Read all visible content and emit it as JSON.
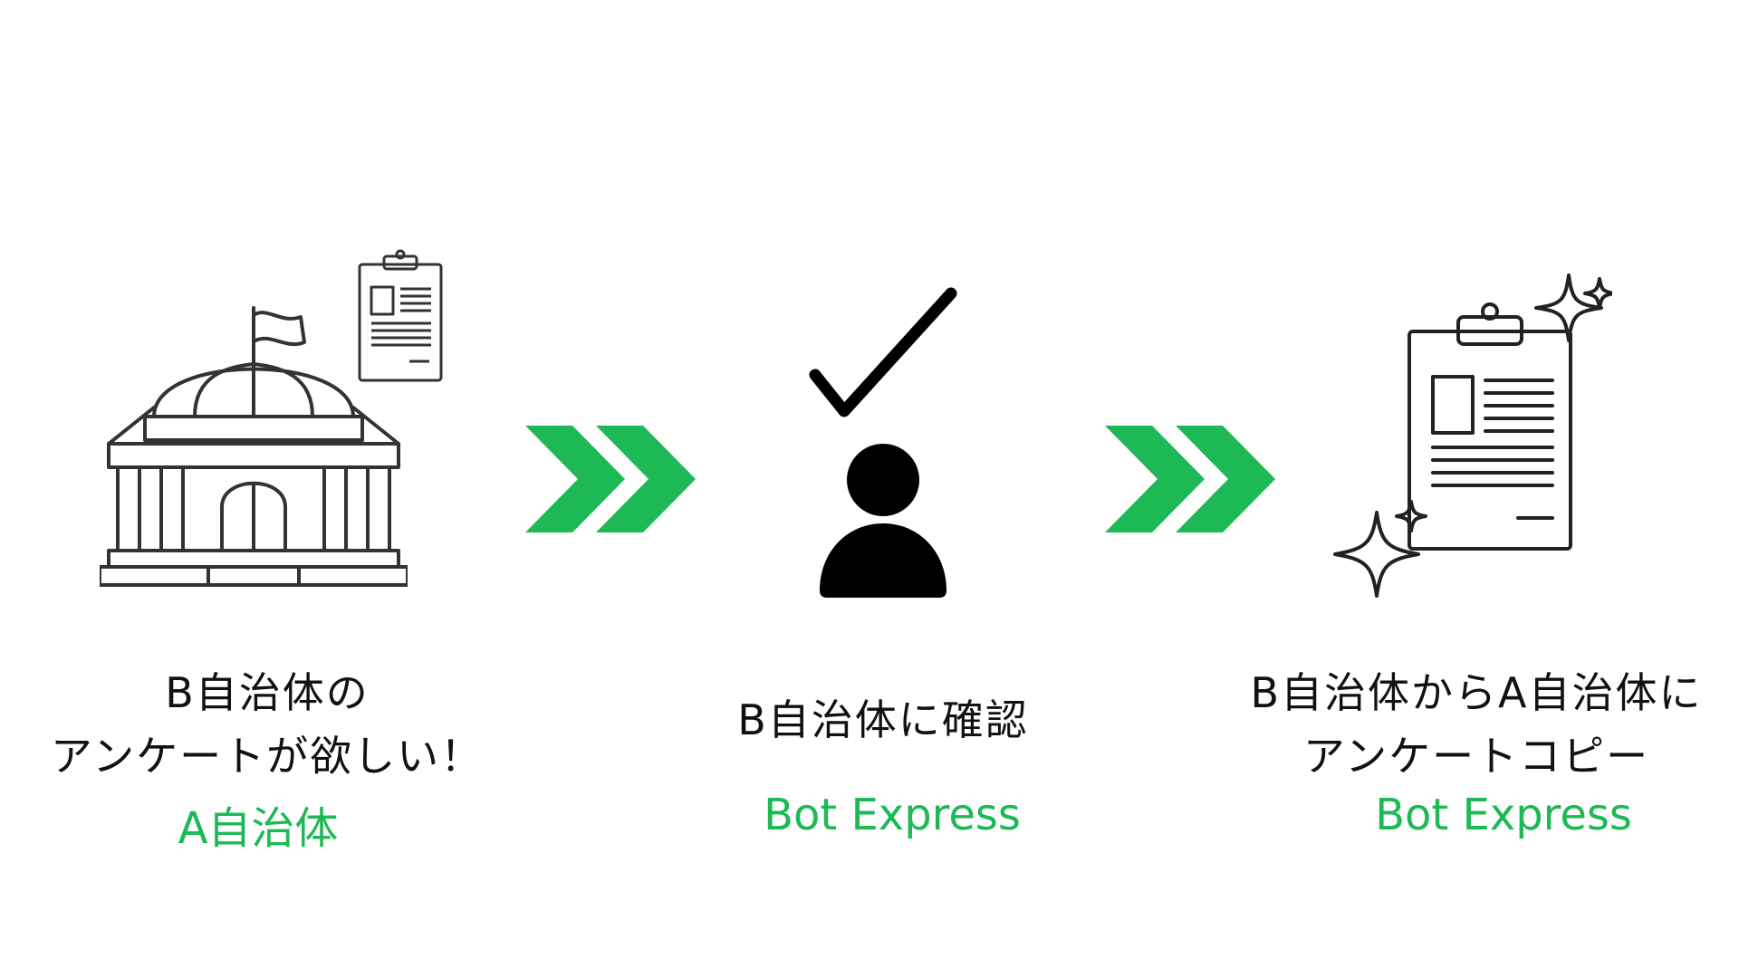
{
  "colors": {
    "accent": "#1db954",
    "ink": "#111111",
    "outline": "#333333",
    "background": "#ffffff"
  },
  "steps": [
    {
      "icon": "government-building-icon",
      "extra_icon": "clipboard-icon",
      "caption_lines": [
        "B自治体の",
        "アンケートが欲しい！"
      ],
      "actor": "A自治体"
    },
    {
      "icon": "person-check-icon",
      "caption_lines": [
        "B自治体に確認"
      ],
      "actor": "Bot Express"
    },
    {
      "icon": "clipboard-sparkle-icon",
      "caption_lines": [
        "B自治体からA自治体に",
        "アンケートコピー"
      ],
      "actor": "Bot Express"
    }
  ],
  "arrows": [
    "double-chevron-right-icon",
    "double-chevron-right-icon"
  ]
}
